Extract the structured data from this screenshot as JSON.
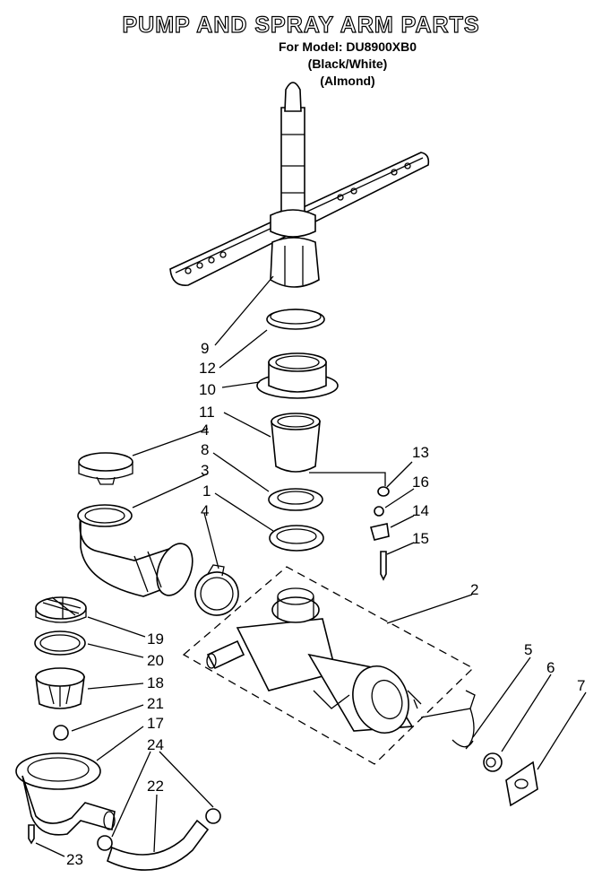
{
  "header": {
    "title": "PUMP AND SPRAY ARM PARTS",
    "model_line": "For Model: DU8900XB0",
    "color_line_1": "(Black/White)",
    "color_line_2": "(Almond)"
  },
  "callouts": {
    "c9": "9",
    "c12": "12",
    "c10": "10",
    "c11": "11",
    "c4a": "4",
    "c8": "8",
    "c3": "3",
    "c1": "1",
    "c4b": "4",
    "c13": "13",
    "c16": "16",
    "c14": "14",
    "c15": "15",
    "c2": "2",
    "c5": "5",
    "c6": "6",
    "c7": "7",
    "c19": "19",
    "c20": "20",
    "c18": "18",
    "c21": "21",
    "c17": "17",
    "c24": "24",
    "c22": "22",
    "c23": "23"
  }
}
